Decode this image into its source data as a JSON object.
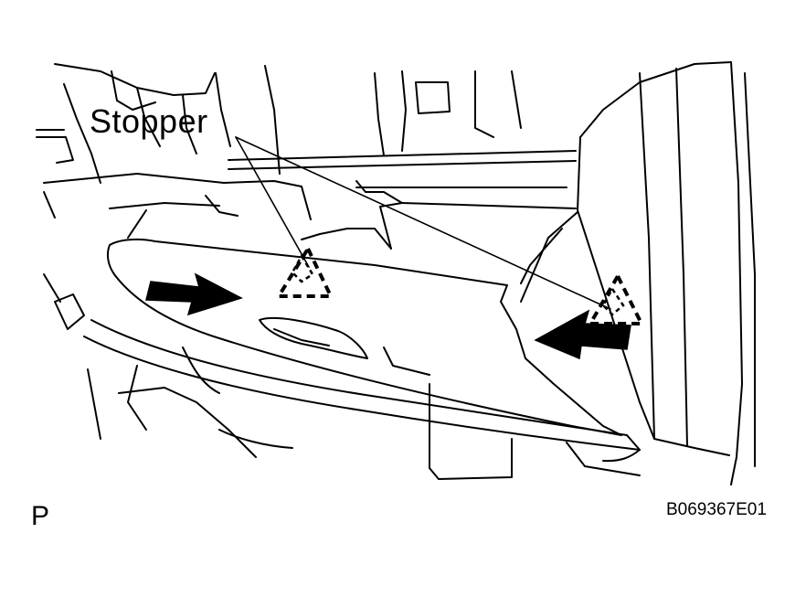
{
  "labels": {
    "stopper": "Stopper",
    "view_marker": "P",
    "figure_code": "B069367E01"
  },
  "colors": {
    "line": "#000000",
    "background": "#ffffff"
  }
}
